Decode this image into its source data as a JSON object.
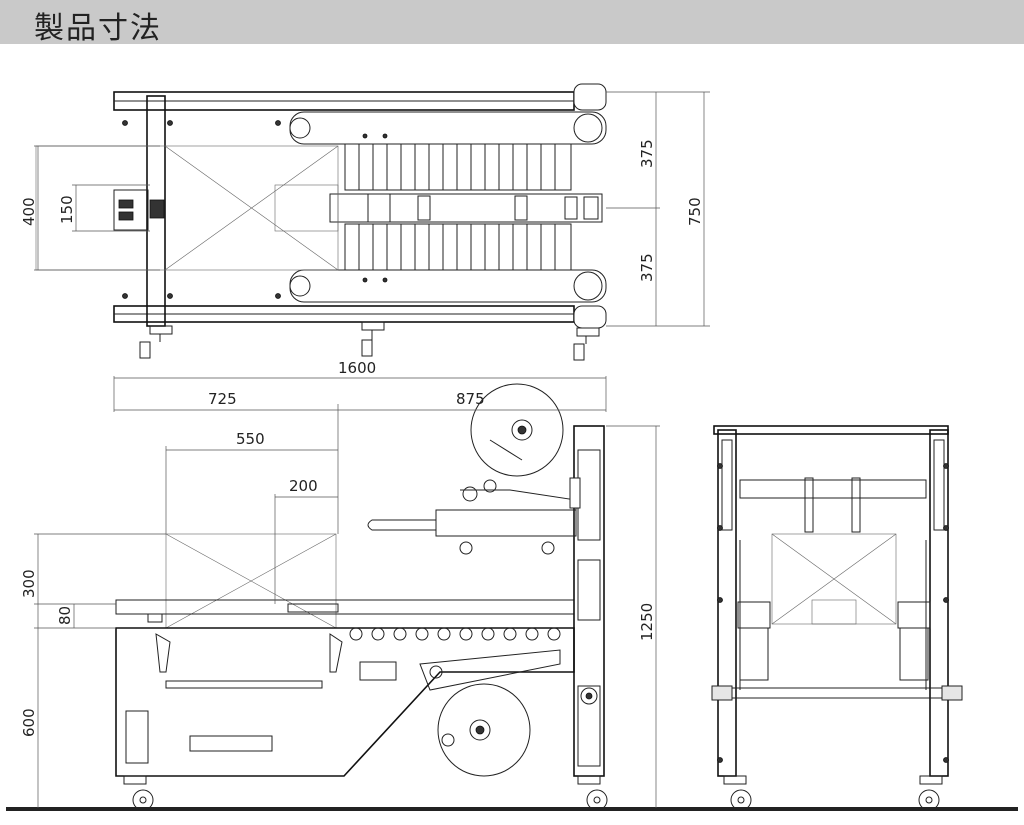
{
  "header": {
    "title": "製品寸法"
  },
  "dimensions": {
    "top_view": {
      "d375_upper": "375",
      "d375_lower": "375",
      "d750": "750",
      "d400": "400",
      "d150": "150",
      "d1600": "1600"
    },
    "front_view": {
      "d725": "725",
      "d875": "875",
      "d550": "550",
      "d200": "200",
      "d300": "300",
      "d80": "80",
      "d600": "600",
      "d1250": "1250"
    }
  }
}
